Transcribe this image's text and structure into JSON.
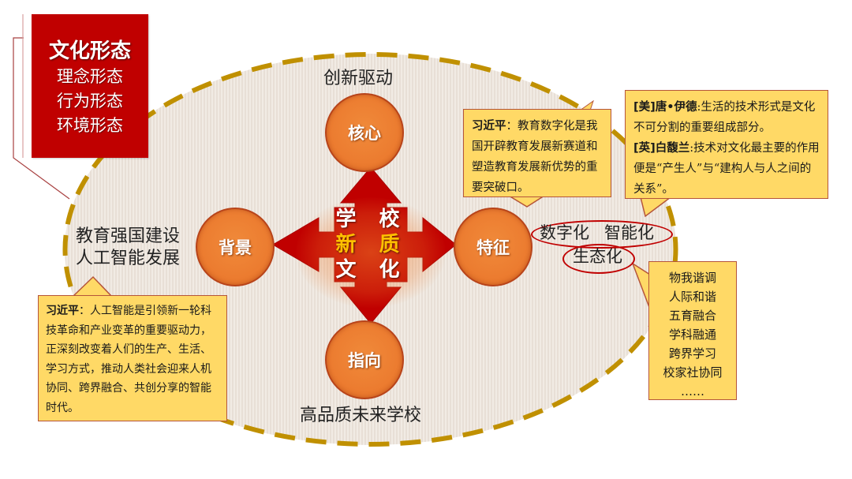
{
  "title_box": {
    "heading": "文化形态",
    "items": [
      "理念形态",
      "行为形态",
      "环境形态"
    ]
  },
  "center": {
    "line1": "学 校",
    "line2": "新 质",
    "line3": "文 化"
  },
  "nodes": {
    "top": {
      "label": "核心",
      "caption": "创新驱动"
    },
    "left": {
      "label": "背景",
      "caption_lines": [
        "教育强国建设",
        "人工智能发展"
      ]
    },
    "right": {
      "label": "特征",
      "tags": [
        "数字化",
        "智能化",
        "生态化"
      ]
    },
    "bottom": {
      "label": "指向",
      "caption": "高品质未来学校"
    }
  },
  "callouts": {
    "top": {
      "speaker": "习近平",
      "text": "：教育数字化是我国开辟教育发展新赛道和塑造教育发展新优势的重要突破口。"
    },
    "right_top": {
      "quote1_speaker": "[美]唐•伊德",
      "quote1_text": ":生活的技术形式是文化不可分割的重要组成部分。",
      "quote2_speaker": "[英]白馥兰",
      "quote2_text": ":技术对文化最主要的作用便是“产生人”与“建构人与人之间的关系”。"
    },
    "left": {
      "speaker": "习近平",
      "text": "：人工智能是引领新一轮科技革命和产业变革的重要驱动力，正深刻改变着人们的生产、生活、学习方式，推动人类社会迎来人机协同、跨界融合、共创分享的智能时代。"
    },
    "right_list": {
      "items": [
        "物我谐调",
        "人际和谐",
        "五育融合",
        "学科融通",
        "跨界学习",
        "校家社协同",
        "……"
      ]
    }
  },
  "colors": {
    "title_red": "#c00000",
    "arrow_red": "#c00000",
    "node_orange": "#ec7c30",
    "callout_yellow": "#ffd966",
    "dash_gold": "#c09000",
    "center_highlight": "#ffc000"
  }
}
